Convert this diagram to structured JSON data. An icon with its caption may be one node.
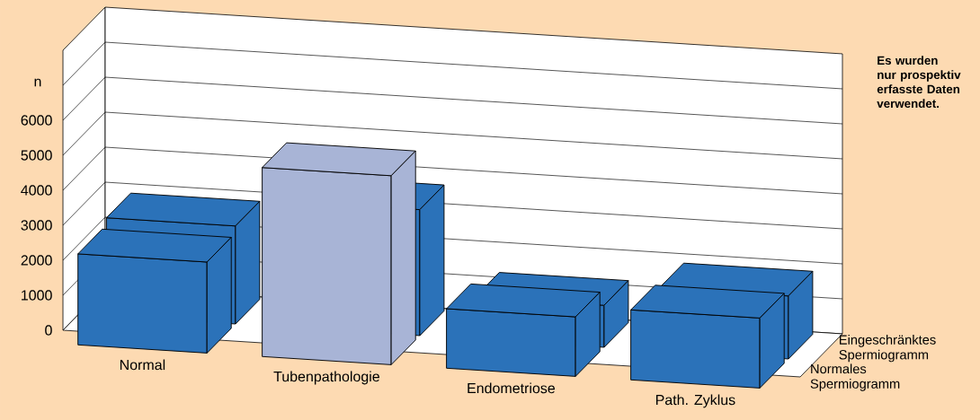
{
  "diagram": {
    "labels": [
      "n",
      "6000",
      "5000",
      "4000",
      "3000",
      "2000",
      "1000",
      "0",
      "Es wurden nur prospektiv erfasste Daten verwendet.",
      "Eingeschränktes Spermiogramm",
      "Normales Spermiogramm",
      "Normal",
      "Tubenpathologie",
      "Endometriose",
      "Path. Zyklus"
    ]
  }
}
